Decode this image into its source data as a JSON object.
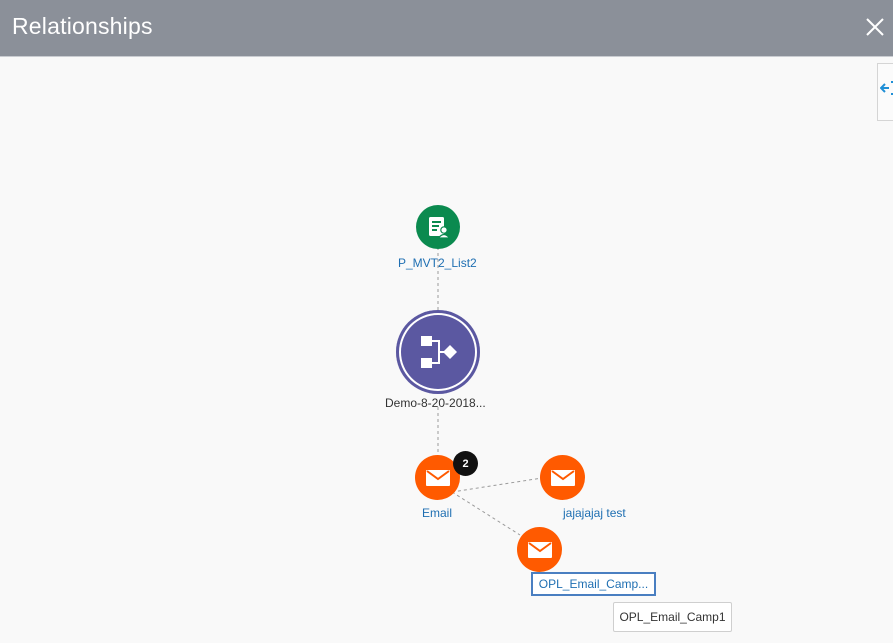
{
  "dialog": {
    "title": "Relationships",
    "close_icon": "close-icon",
    "side_tab_icon": "expand-panel-icon"
  },
  "graph": {
    "list_node": {
      "label": "P_MVT2_List2",
      "icon": "list-contact-icon",
      "color": "#0b8a4f"
    },
    "program_node": {
      "label": "Demo-8-20-2018...",
      "icon": "program-flow-icon",
      "color": "#5b58a1"
    },
    "email_node": {
      "label": "Email",
      "icon": "envelope-icon",
      "color": "#ff5a00",
      "badge": "2"
    },
    "email_child_1": {
      "label": "jajajajaj test",
      "icon": "envelope-icon",
      "color": "#ff5a00"
    },
    "email_child_2": {
      "label": "OPL_Email_Camp...",
      "icon": "envelope-icon",
      "color": "#ff5a00"
    }
  },
  "tooltip": {
    "text": "OPL_Email_Camp1"
  },
  "colors": {
    "header": "#8b9099",
    "link_blue": "#1f6fb2",
    "selection_border": "#4a7fc1"
  }
}
